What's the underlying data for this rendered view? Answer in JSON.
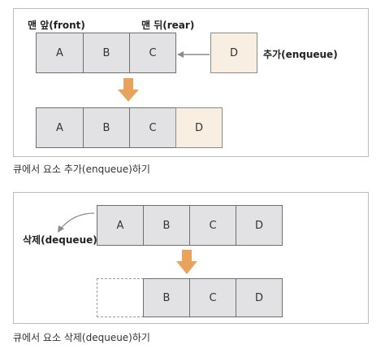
{
  "enqueue_diagram": {
    "front_label": "맨 앞(front)",
    "rear_label": "맨 뒤(rear)",
    "queue_before": [
      "A",
      "B",
      "C"
    ],
    "new_item": "D",
    "add_label": "추가(enqueue)",
    "queue_after": [
      "A",
      "B",
      "C",
      "D"
    ],
    "caption": "큐에서 요소 추가(enqueue)하기"
  },
  "dequeue_diagram": {
    "queue_before": [
      "A",
      "B",
      "C",
      "D"
    ],
    "remove_label": "삭제(dequeue)",
    "queue_after": [
      "B",
      "C",
      "D"
    ],
    "caption": "큐에서 요소 삭제(dequeue)하기"
  },
  "colors": {
    "cell_fill": "#e2e2e4",
    "new_cell_fill": "#f8eee2",
    "arrow_orange": "#e8a45c"
  }
}
